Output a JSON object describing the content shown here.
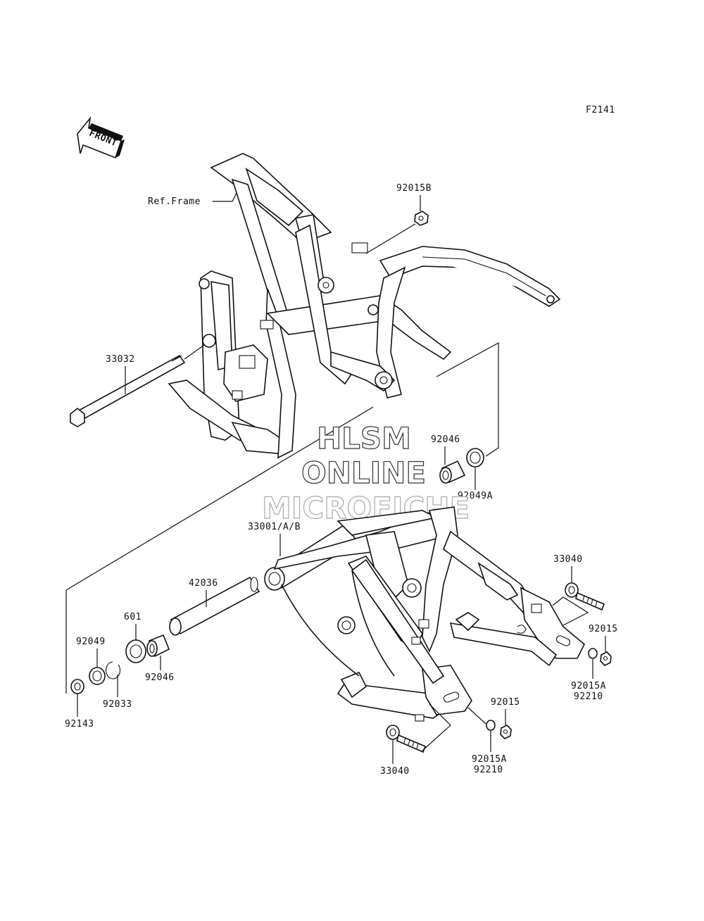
{
  "diagram_code": "F2141",
  "front_arrow_label": "FRONT",
  "ref_frame_label": "Ref.Frame",
  "watermark": {
    "line1": "HLSM",
    "line2": "ONLINE",
    "line3": "MICROFICHE"
  },
  "parts": {
    "p92015B": "92015B",
    "p33032": "33032",
    "p92046_top": "92046",
    "p92049A": "92049A",
    "p33001": "33001/A/B",
    "p42036": "42036",
    "p601": "601",
    "p92049": "92049",
    "p92046_low": "92046",
    "p92033": "92033",
    "p92143": "92143",
    "p33040_right": "33040",
    "p92015_right": "92015",
    "p92015A_right": "92015A",
    "p92210_right": "92210",
    "p92015_low": "92015",
    "p92015A_low": "92015A",
    "p92210_low": "92210",
    "p33040_low": "33040"
  }
}
